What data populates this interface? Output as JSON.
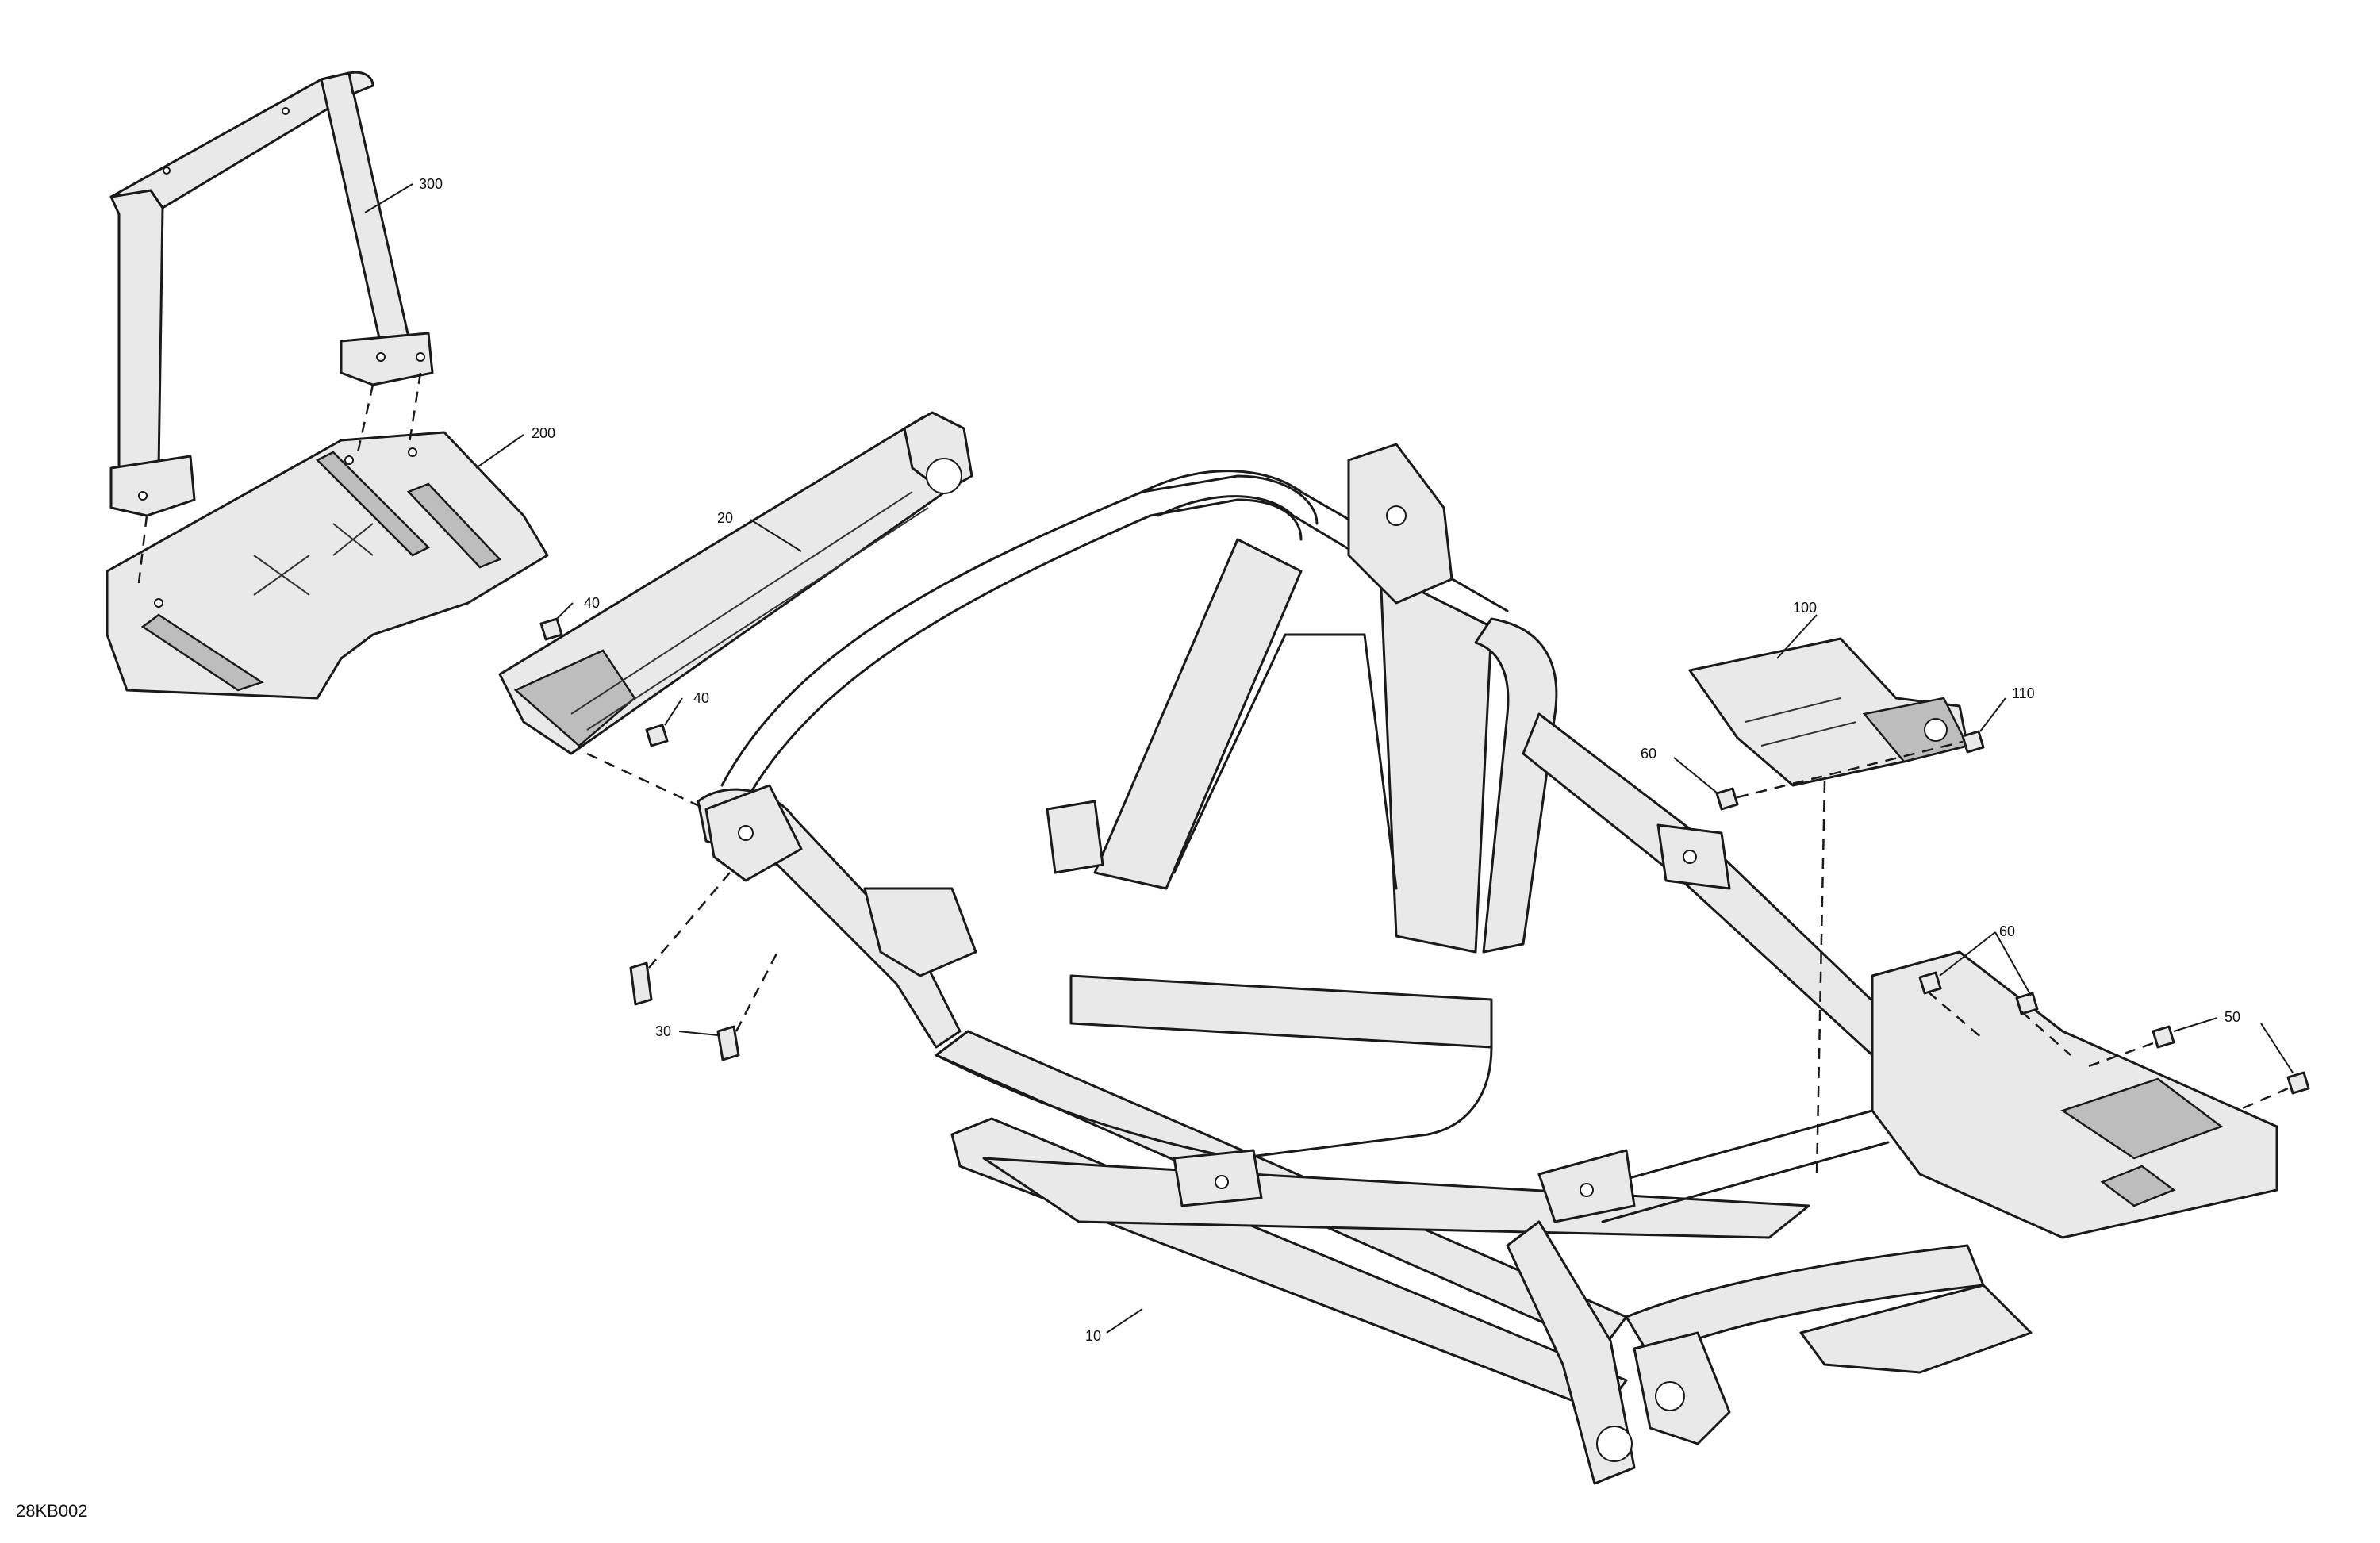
{
  "drawing_ref": "28KB002",
  "callouts": {
    "c300": "300",
    "c200": "200",
    "c20": "20",
    "c40a": "40",
    "c40b": "40",
    "c100": "100",
    "c110": "110",
    "c60a": "60",
    "c60b": "60",
    "c50": "50",
    "c30": "30",
    "c10": "10"
  }
}
